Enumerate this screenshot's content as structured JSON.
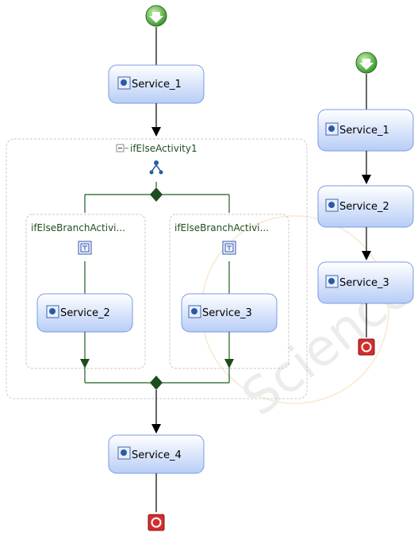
{
  "left_workflow": {
    "top_activity": "Service_1",
    "ifelse": {
      "title": "ifElseActivity1",
      "branches": [
        {
          "title": "ifElseBranchActivi...",
          "activity": "Service_2"
        },
        {
          "title": "ifElseBranchActivi...",
          "activity": "Service_3"
        }
      ]
    },
    "bottom_activity": "Service_4"
  },
  "right_workflow": {
    "activities": [
      "Service_1",
      "Service_2",
      "Service_3"
    ]
  },
  "watermark": "Science",
  "colors": {
    "flow_line": "#000000",
    "branch_line": "#1f5d1f",
    "diamond": "#1d4d1d",
    "activity_fill_top": "#ffffff",
    "activity_fill_bottom": "#b7cdf6",
    "activity_border": "#7a9be0",
    "container_border": "#c8c8c8",
    "start_icon": "#3f9f2a",
    "end_icon": "#d42d2d",
    "title_text": "#1f4f1f"
  },
  "icons": {
    "start": "start-arrow-icon",
    "end": "stop-icon",
    "activity": "activity-gear-icon",
    "ifelse": "ifelse-icon",
    "branch": "branch-icon",
    "collapse": "collapse-minus-icon"
  }
}
